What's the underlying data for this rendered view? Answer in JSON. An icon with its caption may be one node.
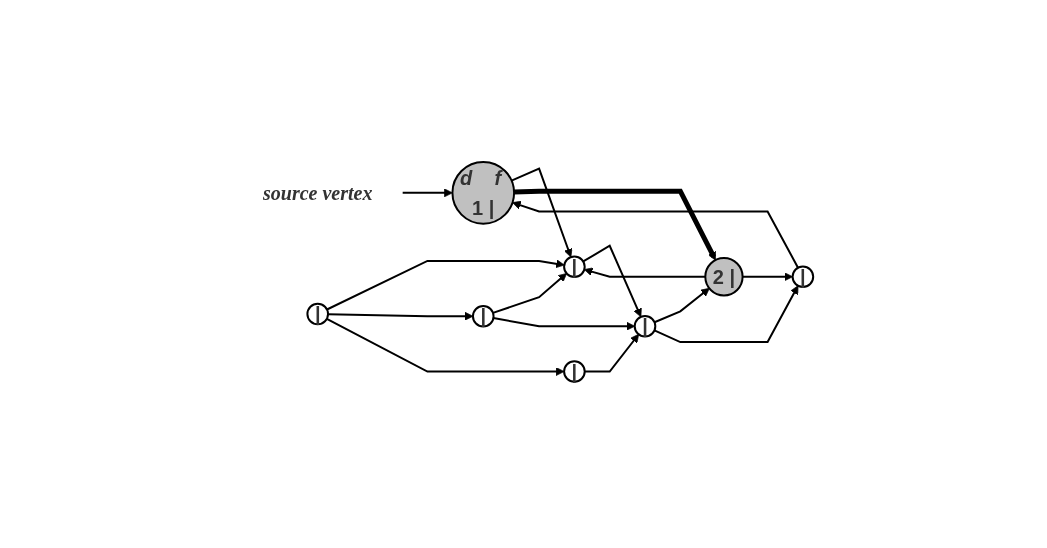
{
  "diagram": {
    "nodes": [
      {
        "text": [
          "source vertex"
        ]
      },
      {
        "text": [
          "d",
          "f",
          "1 |"
        ]
      },
      {
        "text": [
          "|"
        ]
      },
      {
        "text": [
          "|"
        ]
      },
      {
        "text": [
          "2 |"
        ]
      },
      {
        "text": [
          "|"
        ]
      },
      {
        "text": [
          "|"
        ]
      },
      {
        "text": [
          "|"
        ]
      },
      {
        "text": [
          "|"
        ]
      }
    ],
    "edges": [
      {
        "from": 0,
        "to": 1,
        "arrow": "to"
      },
      {
        "from": 1,
        "to": 2,
        "arrow": "to"
      },
      {
        "from": 3,
        "to": 2,
        "arrow": "to"
      },
      {
        "from": 1,
        "to": 4,
        "arrow": "to",
        "style": "thick"
      },
      {
        "from": 4,
        "to": 2,
        "arrow": "to"
      },
      {
        "from": 3,
        "to": 5,
        "arrow": "to"
      },
      {
        "from": 5,
        "to": 2,
        "arrow": "to"
      },
      {
        "from": 2,
        "to": 7,
        "arrow": "to"
      },
      {
        "from": 4,
        "to": 6,
        "arrow": "to"
      },
      {
        "from": 6,
        "to": 1,
        "arrow": "to"
      },
      {
        "from": 7,
        "to": 4,
        "arrow": "to"
      },
      {
        "from": 5,
        "to": 7,
        "arrow": "to"
      },
      {
        "from": 7,
        "to": 6,
        "arrow": "to"
      },
      {
        "from": 8,
        "to": 7,
        "arrow": "to"
      },
      {
        "from": 3,
        "to": 8,
        "arrow": "to"
      }
    ]
  }
}
